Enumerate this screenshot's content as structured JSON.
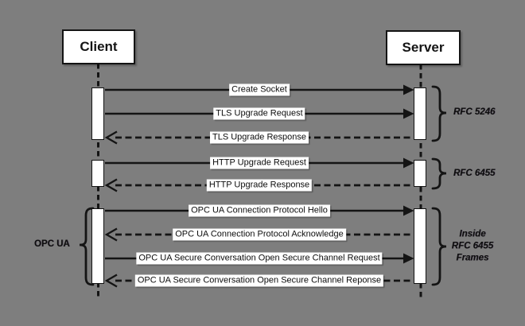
{
  "colors": {
    "background": "#7e7e7e",
    "line": "#141414",
    "box_fill": "#ffffff",
    "label_background": "#ffffff",
    "text": "#0d0d0d"
  },
  "actors": [
    {
      "label": "Client"
    },
    {
      "label": "Server"
    }
  ],
  "messages": [
    {
      "label": "Create Socket",
      "from": "Client",
      "to": "Server",
      "style": "solid"
    },
    {
      "label": "TLS Upgrade Request",
      "from": "Client",
      "to": "Server",
      "style": "solid"
    },
    {
      "label": "TLS Upgrade Response",
      "from": "Server",
      "to": "Client",
      "style": "dashed"
    },
    {
      "label": "HTTP Upgrade Request",
      "from": "Client",
      "to": "Server",
      "style": "solid"
    },
    {
      "label": "HTTP Upgrade Response",
      "from": "Server",
      "to": "Client",
      "style": "dashed"
    },
    {
      "label": "OPC UA Connection Protocol Hello",
      "from": "Client",
      "to": "Server",
      "style": "solid"
    },
    {
      "label": "OPC UA Connection Protocol Acknowledge",
      "from": "Server",
      "to": "Client",
      "style": "dashed"
    },
    {
      "label": "OPC UA Secure Conversation Open Secure Channel Request",
      "from": "Client",
      "to": "Server",
      "style": "solid"
    },
    {
      "label": "OPC UA Secure Conversation Open Secure Channel Reponse",
      "from": "Server",
      "to": "Client",
      "style": "dashed"
    }
  ],
  "annotations": {
    "opc_ua": {
      "label": "OPC UA",
      "side": "left"
    },
    "rfc5246": {
      "label": "RFC 5246",
      "side": "right"
    },
    "rfc6455": {
      "label": "RFC 6455",
      "side": "right"
    },
    "inside_frames": {
      "side": "right",
      "lines": [
        "Inside",
        "RFC 6455",
        "Frames"
      ]
    }
  }
}
